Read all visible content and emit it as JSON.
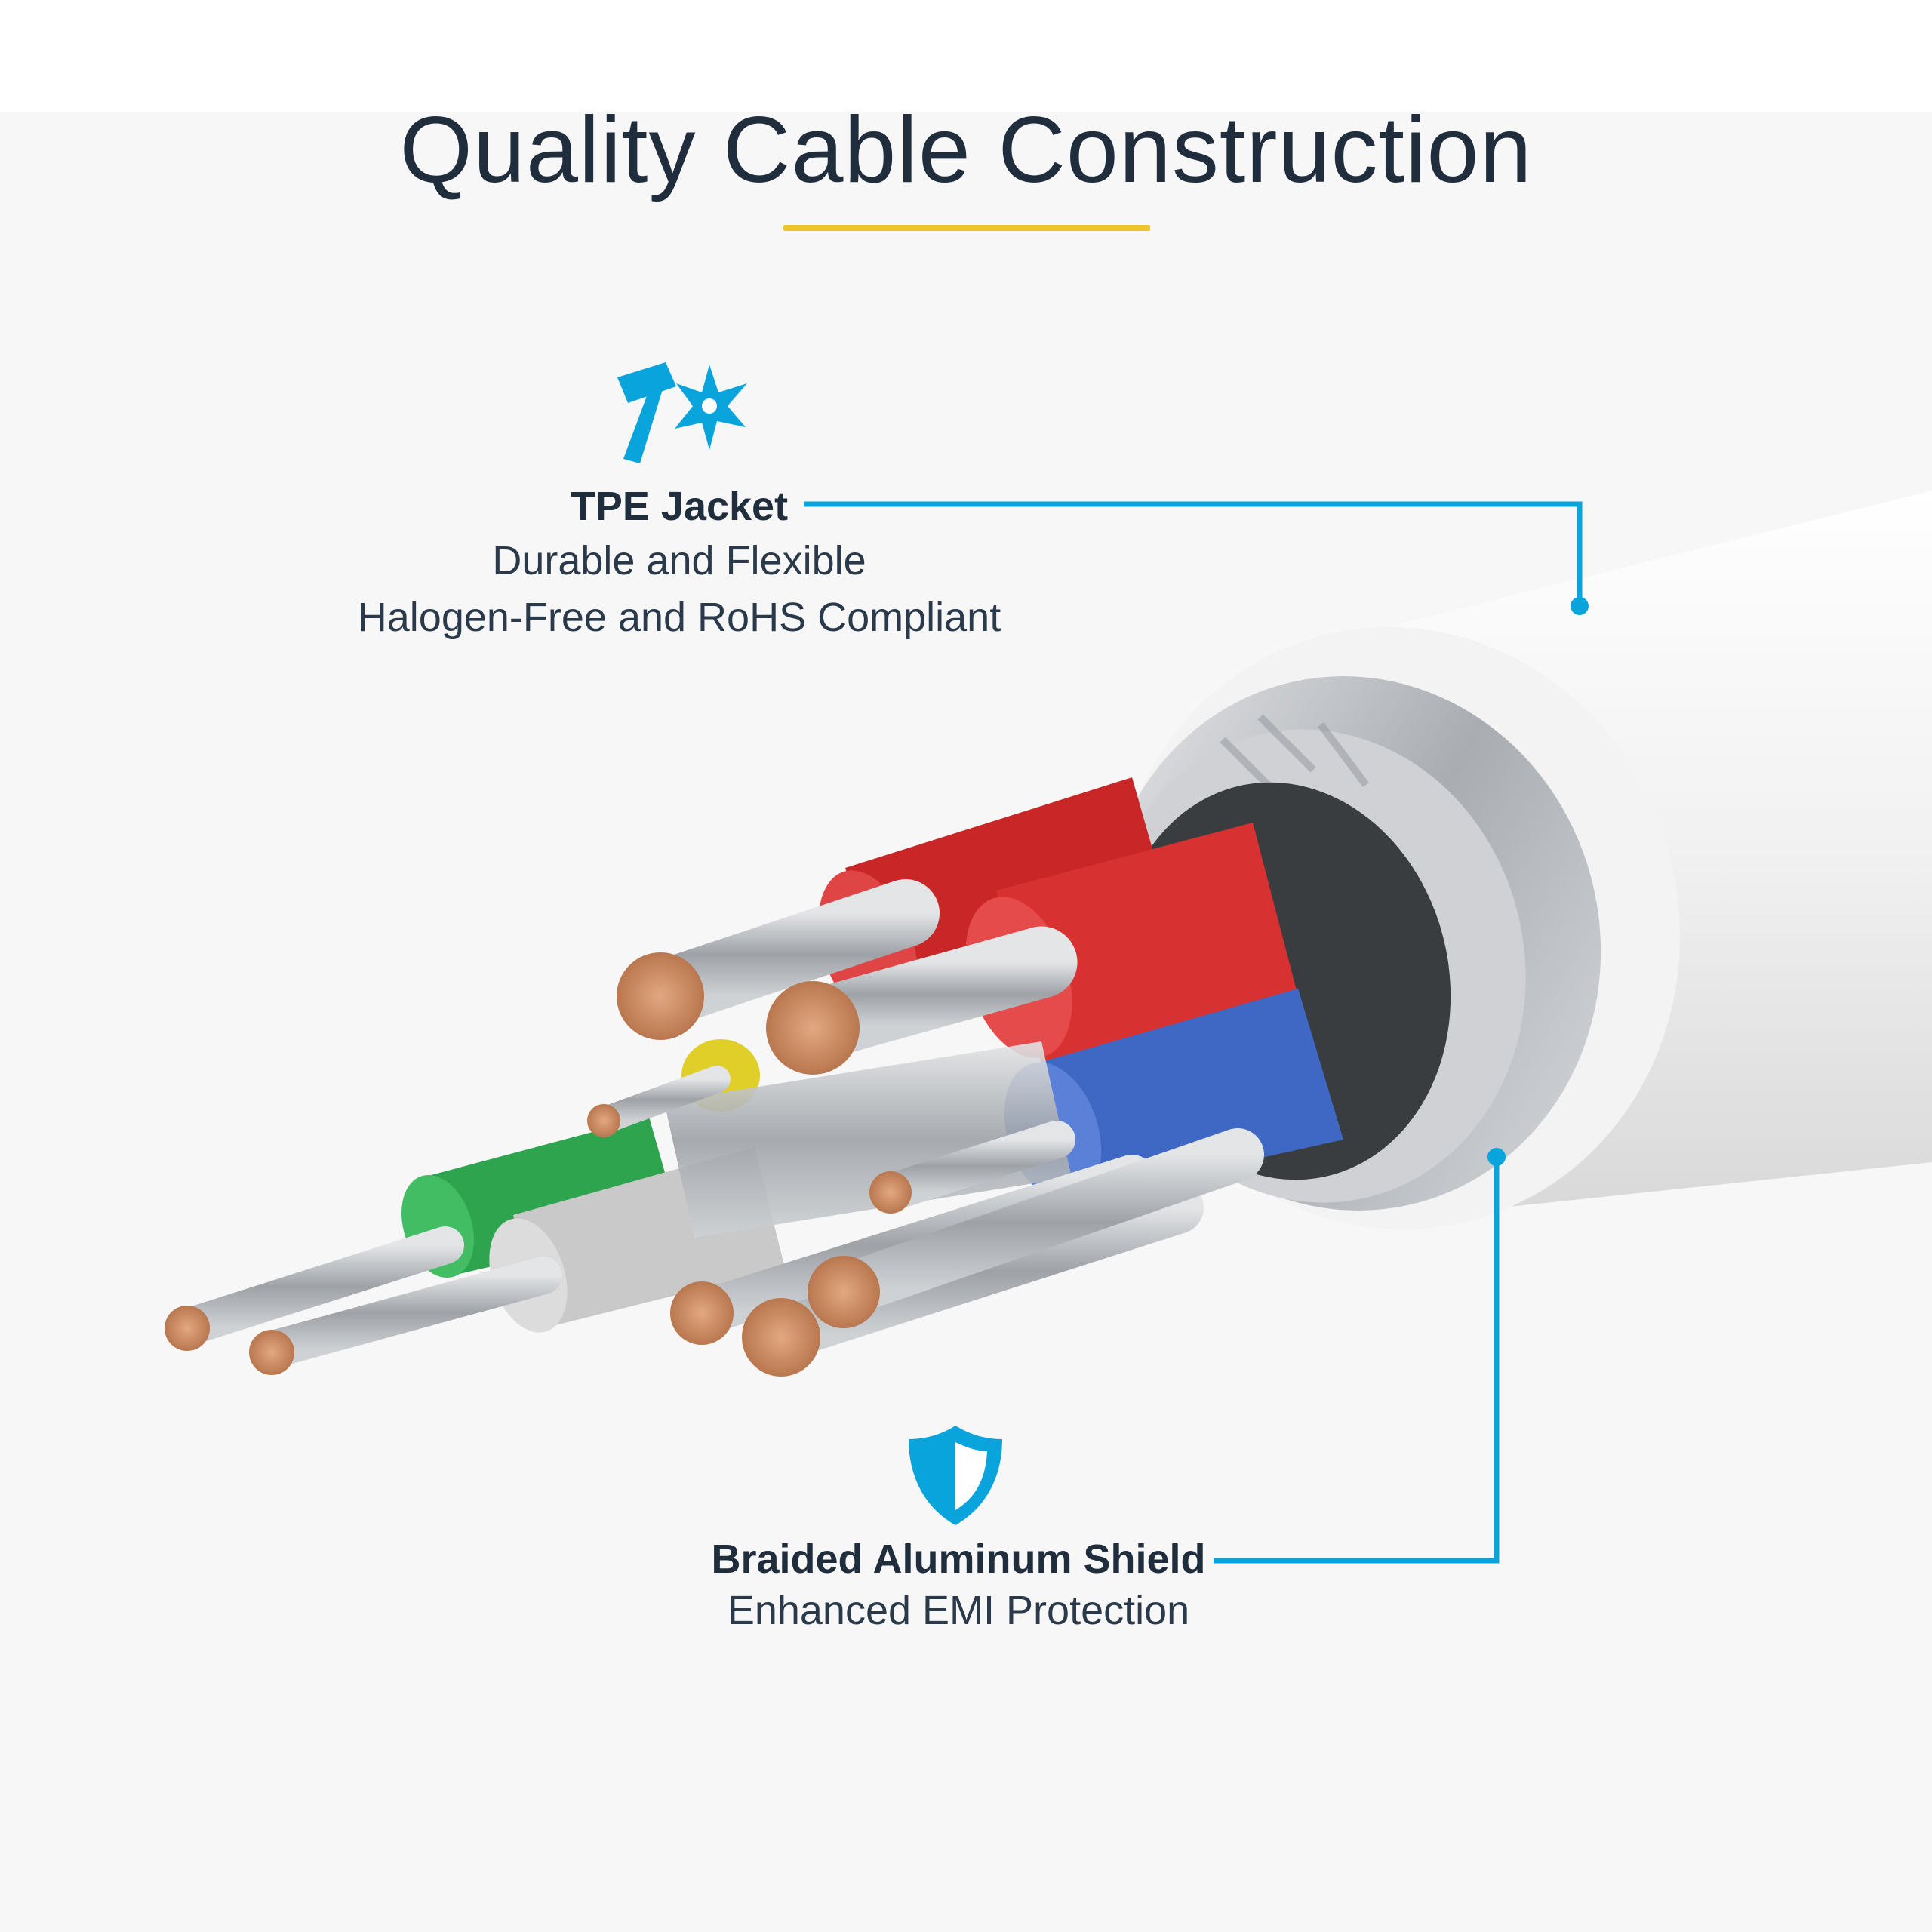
{
  "title": "Quality Cable Construction",
  "colors": {
    "accent": "#0aa4dc",
    "title_underline": "#f2c230",
    "text_dark": "#1f2d3d",
    "jacket": "#f1f1f1",
    "shield": "#b9bcc0",
    "copper": "#c98b62",
    "wire_red": "#d92c2c",
    "wire_blue": "#3f67c4",
    "wire_green": "#2ea44f",
    "wire_yellow": "#e0cf28",
    "wire_gray": "#c9c9c9"
  },
  "features": {
    "jacket": {
      "icon": "hammer-impact-icon",
      "label": "TPE Jacket",
      "lines": [
        "Durable and Flexible",
        "Halogen-Free and RoHS Compliant"
      ]
    },
    "shield": {
      "icon": "shield-icon",
      "label": "Braided Aluminum Shield",
      "lines": [
        "Enhanced EMI Protection"
      ]
    }
  }
}
